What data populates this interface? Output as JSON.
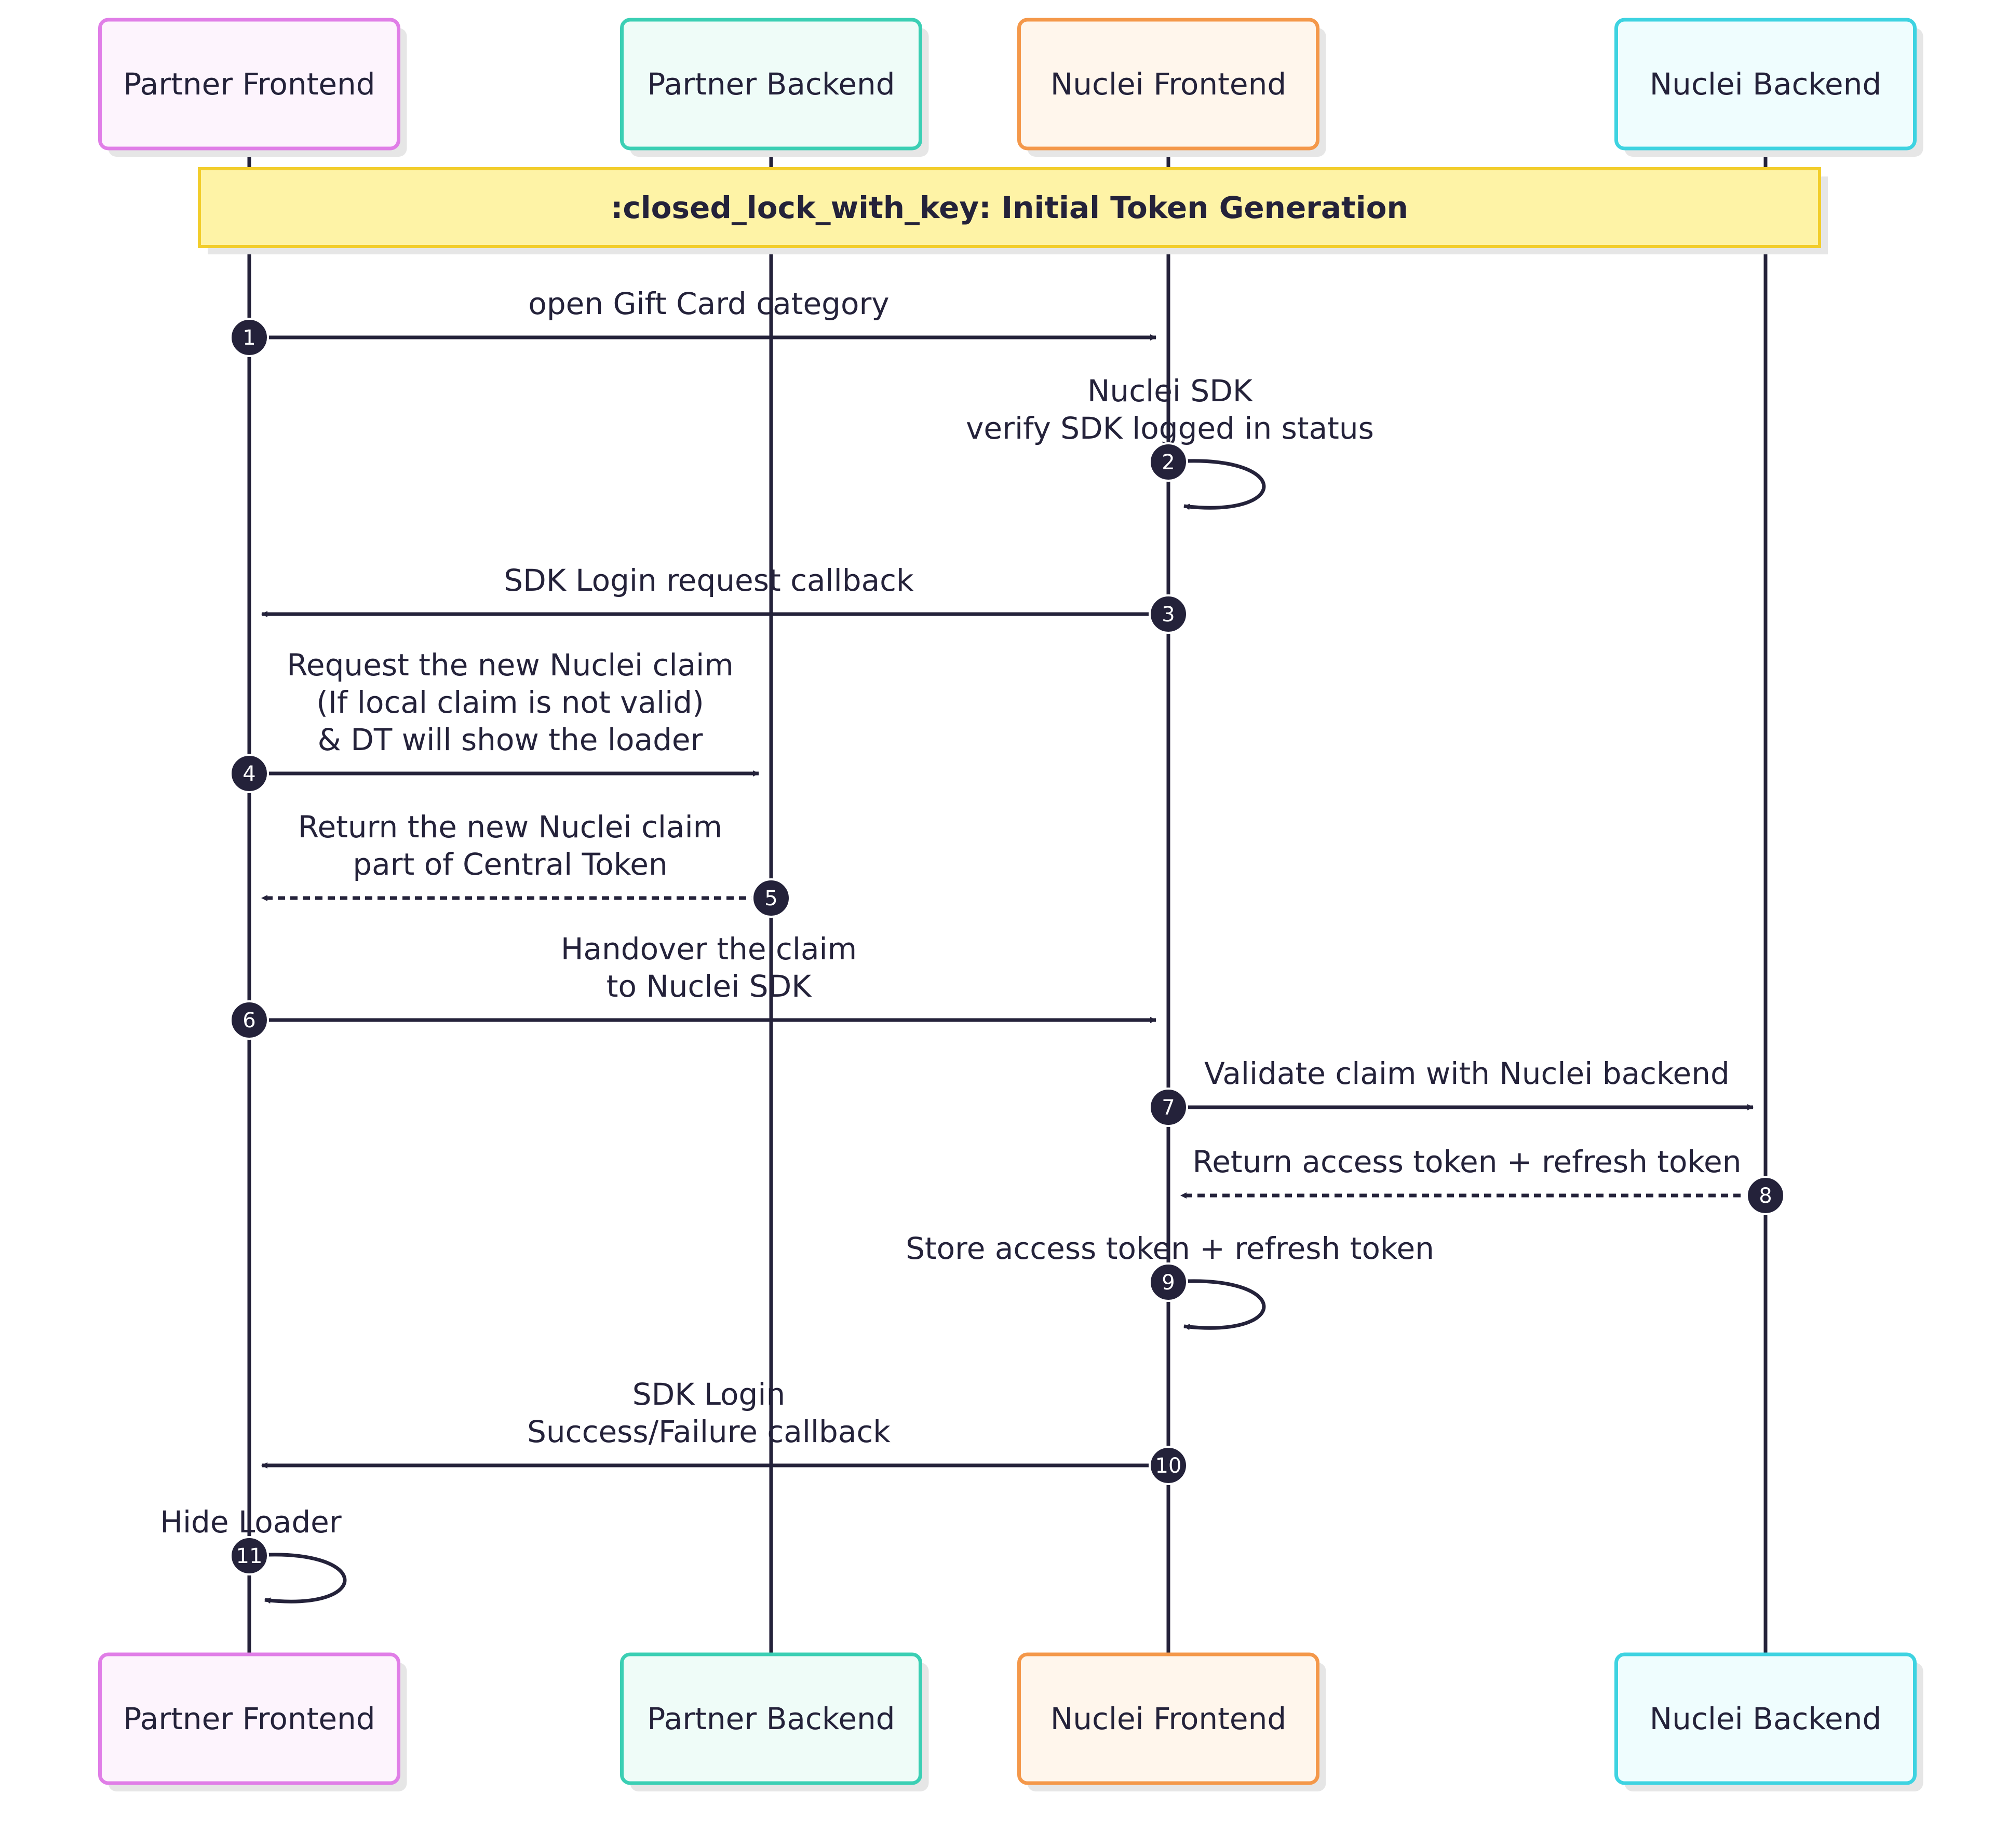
{
  "note": ":closed_lock_with_key: Initial Token Generation",
  "actors": [
    {
      "id": "pf",
      "label": "Partner Frontend",
      "fill": "#fdf4fd",
      "stroke": "#e07ee7"
    },
    {
      "id": "pb",
      "label": "Partner Backend",
      "fill": "#effcf8",
      "stroke": "#3bcfb4"
    },
    {
      "id": "nf",
      "label": "Nuclei Frontend",
      "fill": "#fff6ec",
      "stroke": "#f4984a"
    },
    {
      "id": "nb",
      "label": "Nuclei Backend",
      "fill": "#effdfe",
      "stroke": "#3ed3e1"
    }
  ],
  "messages": [
    {
      "num": "1",
      "from": "pf",
      "to": "nf",
      "lines": [
        "open Gift Card category"
      ],
      "dashed": false
    },
    {
      "num": "2",
      "from": "nf",
      "to": "nf",
      "lines": [
        "Nuclei SDK",
        "verify SDK logged in status"
      ],
      "dashed": false
    },
    {
      "num": "3",
      "from": "nf",
      "to": "pf",
      "lines": [
        "SDK Login request callback"
      ],
      "dashed": false
    },
    {
      "num": "4",
      "from": "pf",
      "to": "pb",
      "lines": [
        "Request the new Nuclei claim",
        "(If local claim is not valid)",
        "& DT will show the loader"
      ],
      "dashed": false
    },
    {
      "num": "5",
      "from": "pb",
      "to": "pf",
      "lines": [
        "Return the new Nuclei claim",
        "part of Central Token"
      ],
      "dashed": true
    },
    {
      "num": "6",
      "from": "pf",
      "to": "nf",
      "lines": [
        "Handover the claim",
        "to Nuclei SDK"
      ],
      "dashed": false
    },
    {
      "num": "7",
      "from": "nf",
      "to": "nb",
      "lines": [
        "Validate claim with Nuclei backend"
      ],
      "dashed": false
    },
    {
      "num": "8",
      "from": "nb",
      "to": "nf",
      "lines": [
        "Return access token + refresh token"
      ],
      "dashed": true
    },
    {
      "num": "9",
      "from": "nf",
      "to": "nf",
      "lines": [
        "Store access token + refresh token"
      ],
      "dashed": false
    },
    {
      "num": "10",
      "from": "nf",
      "to": "pf",
      "lines": [
        "SDK Login",
        "Success/Failure callback"
      ],
      "dashed": false
    },
    {
      "num": "11",
      "from": "pf",
      "to": "pf",
      "lines": [
        "Hide Loader"
      ],
      "dashed": false
    }
  ],
  "colors": {
    "line": "#24223a",
    "note_fill": "#fef3a6",
    "note_stroke": "#f2cd2b",
    "shadow": "#e6e6e6"
  }
}
